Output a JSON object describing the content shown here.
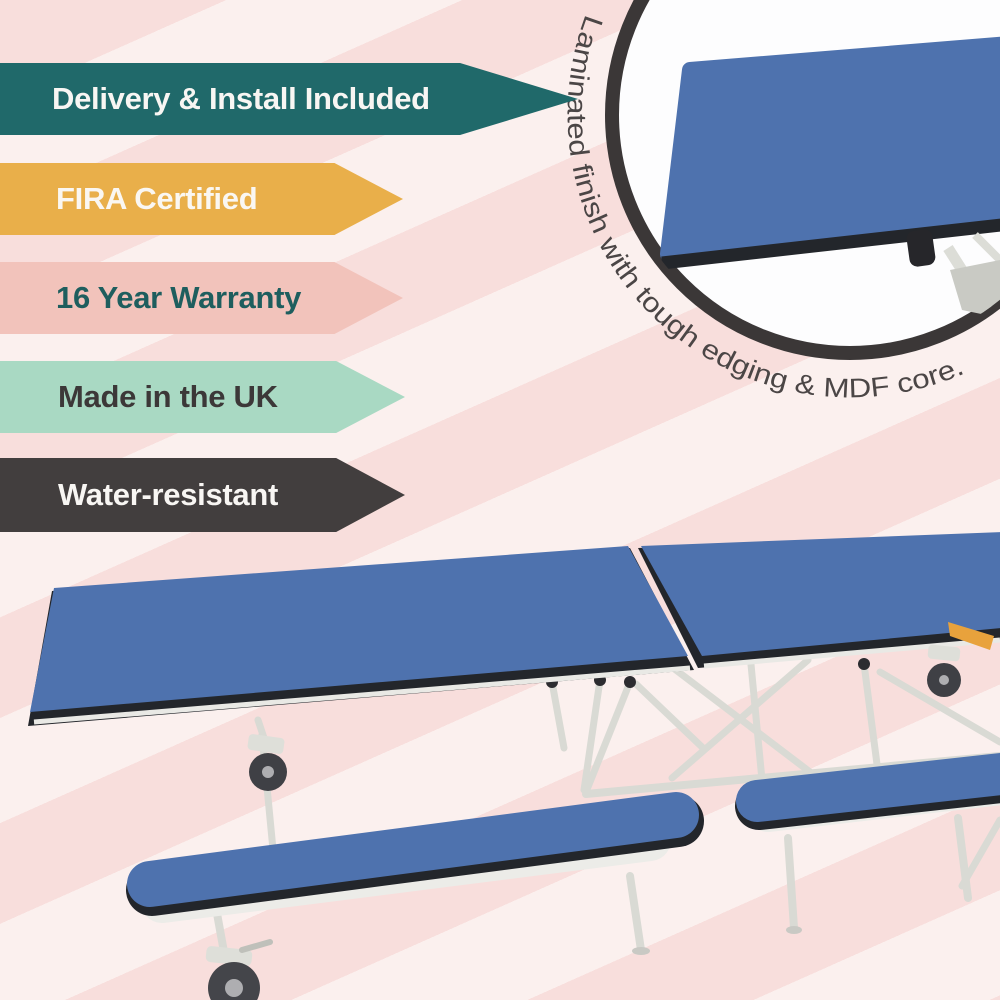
{
  "background": {
    "base_color": "#fbf0ee",
    "stripe_color": "#f8dedc"
  },
  "badges": [
    {
      "label": "Delivery & Install Included",
      "bg": "#20696a",
      "text_color": "#f8f6f3"
    },
    {
      "label": "FIRA Certified",
      "bg": "#e9af4a",
      "text_color": "#faf7f2"
    },
    {
      "label": "16 Year Warranty",
      "bg": "#f2c3bb",
      "text_color": "#1e5e5e"
    },
    {
      "label": "Made in the UK",
      "bg": "#a9d9c3",
      "text_color": "#3c3838"
    },
    {
      "label": "Water-resistant",
      "bg": "#423e3e",
      "text_color": "#f8f6f3"
    }
  ],
  "inset": {
    "caption": "Laminated finish with tough edging & MDF core.",
    "border_color": "#3b3737",
    "bg_color": "#fdfdfe"
  },
  "product": {
    "table_top_color": "#4e72ae",
    "table_edge_color": "#23262b",
    "frame_color": "#d9dad4",
    "caster_wheel_color": "#3f4045",
    "caster_hub_color": "#aeaeb1",
    "accent_orange": "#e8a23c",
    "bench_color": "#4e72ae"
  }
}
